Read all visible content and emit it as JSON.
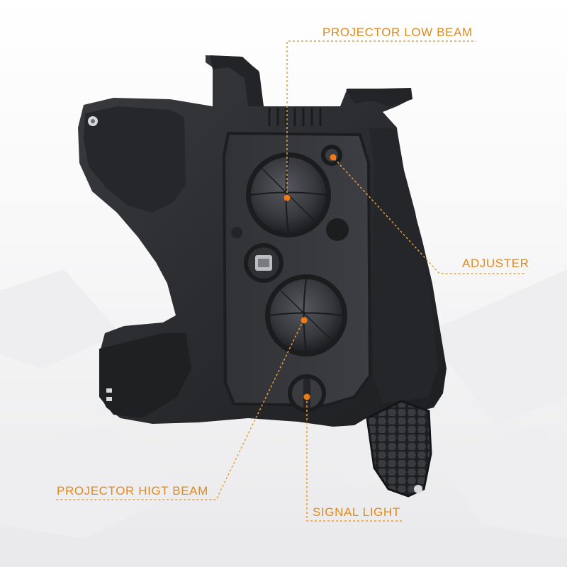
{
  "callouts": {
    "projector_low_beam": "PROJECTOR LOW BEAM",
    "adjuster": "ADJUSTER",
    "projector_high_beam": "PROJECTOR HIGT BEAM",
    "signal_light": "SIGNAL LIGHT"
  },
  "colors": {
    "callout_text": "#e08a1e",
    "callout_line": "#e8a03a",
    "marker_dot": "#f07a14",
    "housing": "#2c2d30",
    "background": "#ffffff"
  }
}
